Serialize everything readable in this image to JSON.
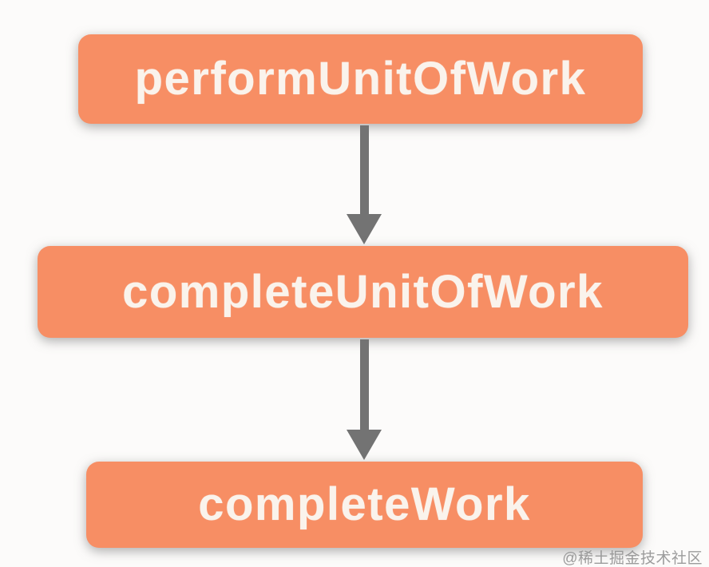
{
  "diagram": {
    "type": "flowchart",
    "direction": "top-to-bottom",
    "nodes": [
      {
        "id": "node-1",
        "label": "performUnitOfWork"
      },
      {
        "id": "node-2",
        "label": "completeUnitOfWork"
      },
      {
        "id": "node-3",
        "label": "completeWork"
      }
    ],
    "edges": [
      {
        "from": "performUnitOfWork",
        "to": "completeUnitOfWork",
        "style": "arrow-down"
      },
      {
        "from": "completeUnitOfWork",
        "to": "completeWork",
        "style": "arrow-down"
      }
    ],
    "colors": {
      "node_background": "#f78e64",
      "node_text": "#faf3ec",
      "arrow": "#737373",
      "page_background": "#fcfbfa",
      "watermark": "#919191"
    }
  },
  "watermark": {
    "text": "@稀土掘金技术社区"
  }
}
